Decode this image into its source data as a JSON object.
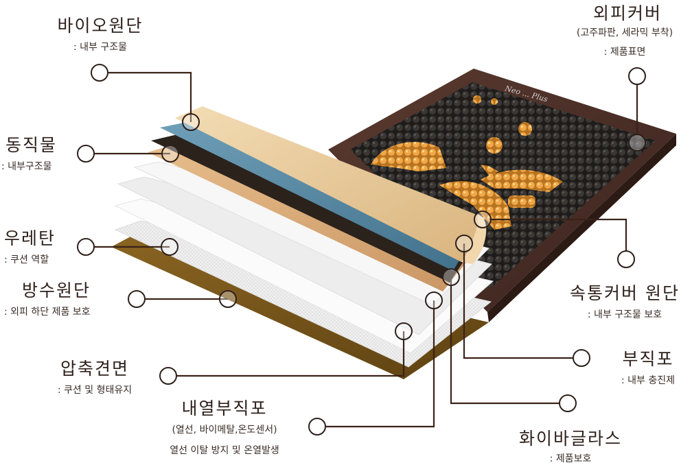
{
  "colors": {
    "line": "#3a2218",
    "mat_outer": "#4a2e26",
    "mat_inner": "#3b2420",
    "stone_dark": "#2a2826",
    "stone_gold": "#e8a044",
    "bio_fabric": "#e8c79b",
    "copper_fabric": "#d9a878",
    "blue_layer": "#5b8aa3",
    "black_layer": "#2b221c",
    "pad_layer": "#efefef",
    "bottom_layer": "#7d5a1e"
  },
  "product": {
    "brand_text": "Neo ... Plus"
  },
  "labels": {
    "bio": {
      "title": "바이오원단",
      "sub": ": 내부 구조물"
    },
    "copper": {
      "title": "동직물",
      "sub": ": 내부구조물"
    },
    "urethane": {
      "title": "우레탄",
      "sub": ": 쿠션 역할"
    },
    "waterproof": {
      "title": "방수원단",
      "sub": ": 외피 하단 제품 보호"
    },
    "compressed": {
      "title": "압축견면",
      "sub": ": 쿠션 및 형태유지"
    },
    "inner_fabric": {
      "title": "내열부직포",
      "sub1": "(열선, 바이메탈,온도센서)",
      "sub2": "열선 이탈 방지 및 온열발생"
    },
    "outer_cover": {
      "title": "외피커버",
      "sub1": "(고주파판, 세라믹 부착)",
      "sub2": ": 제품표면"
    },
    "breathable": {
      "title": "속통커버 원단",
      "sub": ": 내부 구조물 보호"
    },
    "nonwoven": {
      "title": "부직포",
      "sub": ": 내부 충진제"
    },
    "fiberglass": {
      "title": "화이바글라스",
      "sub": ": 제품보호"
    }
  }
}
